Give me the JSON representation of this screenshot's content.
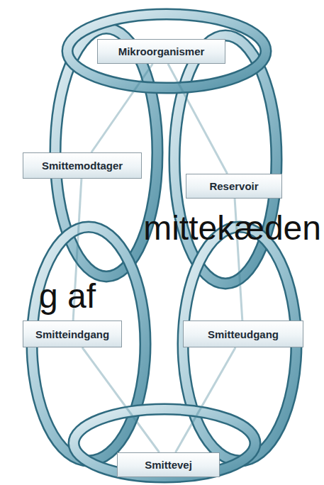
{
  "diagram": {
    "nodes": [
      {
        "text": [
          "Mikroorganismer"
        ]
      },
      {
        "text": [
          "Smittemodtager"
        ]
      },
      {
        "text": [
          "Reservoir"
        ]
      },
      {
        "text": [
          "Smitteindgang"
        ]
      },
      {
        "text": [
          "Smitteudgang"
        ]
      },
      {
        "text": [
          "Smittevej"
        ]
      }
    ],
    "edges": [
      {
        "from": 0,
        "to": 2,
        "arrow": "none"
      },
      {
        "from": 2,
        "to": 4,
        "arrow": "none"
      },
      {
        "from": 4,
        "to": 5,
        "arrow": "none"
      },
      {
        "from": 5,
        "to": 3,
        "arrow": "none"
      },
      {
        "from": 3,
        "to": 1,
        "arrow": "none"
      },
      {
        "from": 1,
        "to": 0,
        "arrow": "none"
      }
    ],
    "labels": [
      "mittekæden",
      "g af"
    ]
  }
}
